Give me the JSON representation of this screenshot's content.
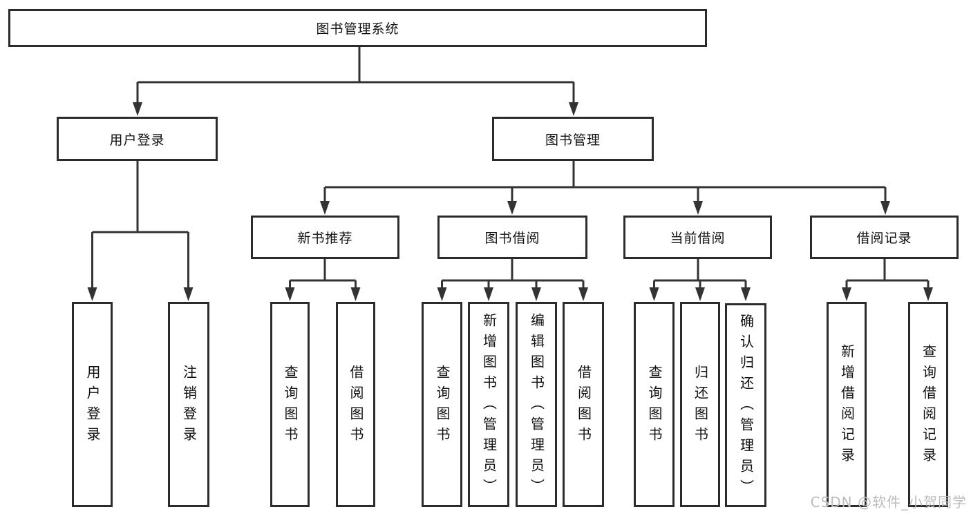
{
  "tree": {
    "label": "图书管理系统",
    "children": [
      {
        "label": "用户登录",
        "children": [
          {
            "label": "用户登录"
          },
          {
            "label": "注销登录"
          }
        ]
      },
      {
        "label": "图书管理",
        "children": [
          {
            "label": "新书推荐",
            "children": [
              {
                "label": "查询图书"
              },
              {
                "label": "借阅图书"
              }
            ]
          },
          {
            "label": "图书借阅",
            "children": [
              {
                "label": "查询图书"
              },
              {
                "label": "新增图书（管理员）"
              },
              {
                "label": "编辑图书（管理员）"
              },
              {
                "label": "借阅图书"
              }
            ]
          },
          {
            "label": "当前借阅",
            "children": [
              {
                "label": "查询图书"
              },
              {
                "label": "归还图书"
              },
              {
                "label": "确认归还（管理员）"
              }
            ]
          },
          {
            "label": "借阅记录",
            "children": [
              {
                "label": "新增借阅记录"
              },
              {
                "label": "查询借阅记录"
              }
            ]
          }
        ]
      }
    ]
  },
  "watermark": {
    "text": "CSDN @软件_小贺同学"
  },
  "colors": {
    "line": "#333333",
    "box_border": "#2b2b2b",
    "text": "#111111",
    "watermark": "#bcbcbc",
    "background": "#ffffff"
  }
}
